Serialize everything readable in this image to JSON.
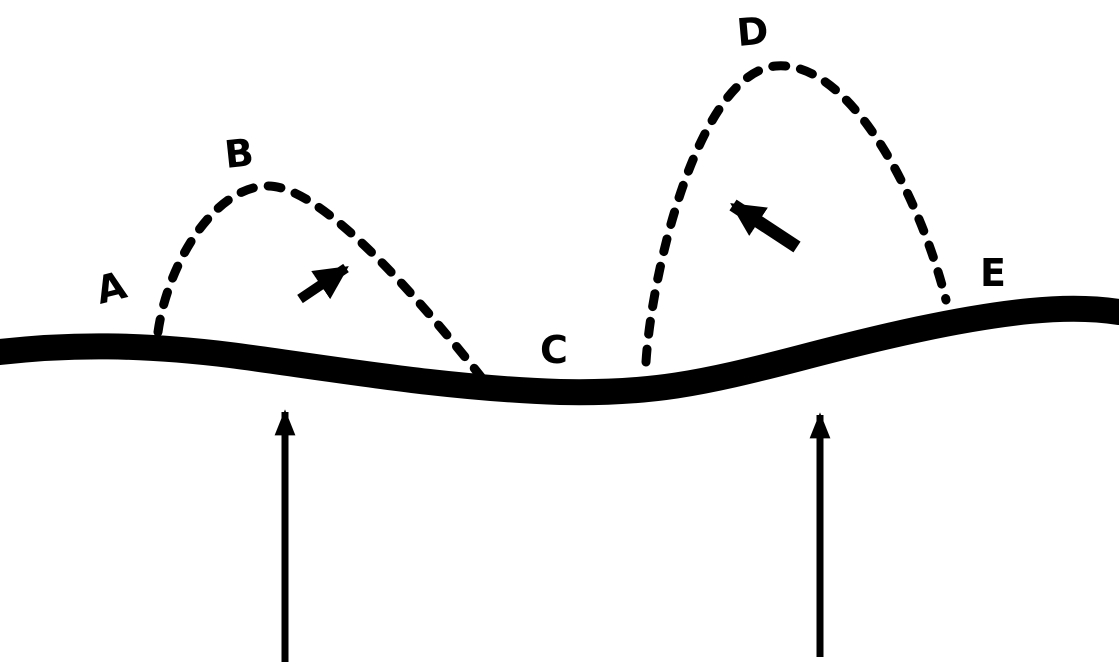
{
  "diagram": {
    "labels": {
      "A": "A",
      "B": "B",
      "C": "C",
      "D": "D",
      "E": "E"
    },
    "colors": {
      "ink": "#000000",
      "background": "#ffffff"
    },
    "icons": {
      "trajectory_arrow_small": "northeast-arrow",
      "trajectory_arrow_large": "northwest-arrow",
      "force_arrow_left": "up-arrow",
      "force_arrow_right": "up-arrow"
    }
  }
}
